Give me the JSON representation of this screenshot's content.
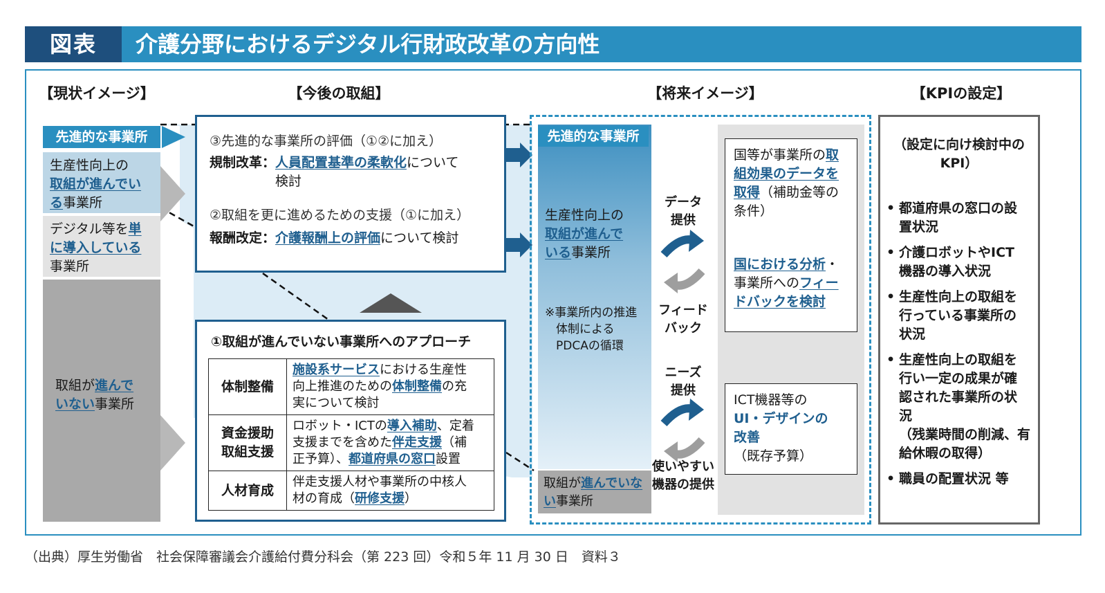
{
  "header": {
    "tag": "図表",
    "title": "介護分野におけるデジタル行財政改革の方向性"
  },
  "sections": {
    "current": "【現状イメージ】",
    "future_actions": "【今後の取組】",
    "future_image": "【将来イメージ】",
    "kpi": "【KPIの設定】"
  },
  "current": {
    "advanced": "先進的な事業所",
    "productivity": [
      "生産性向上の",
      "取組が進んでい",
      "る",
      "事業所"
    ],
    "digital": [
      "デジタル等を",
      "単",
      "に導入している",
      "事業所"
    ],
    "not_progress": [
      "取組が",
      "進んで",
      "いない",
      "事業所"
    ]
  },
  "actions": {
    "box3_title": "③先進的な事業所の評価（①②に加え）",
    "box3_label": "規制改革：",
    "box3_hl": "人員配置基準の柔軟化",
    "box3_rest1": "について",
    "box3_rest2": "検討",
    "box2_title": "②取組を更に進めるための支援（①に加え）",
    "box2_label": "報酬改定：",
    "box2_hl": "介護報酬上の評価",
    "box2_rest": "について検討",
    "box1_title": "①取組が進んでいない事業所へのアプローチ",
    "rows": [
      {
        "head": "体制整備",
        "l1a": "施設系サービス",
        "l1b": "における生産性",
        "l2a": "向上推進のための",
        "l2b": "体制整備",
        "l2c": "の充",
        "l3": "実について検討"
      },
      {
        "head1": "資金援助",
        "head2": "取組支援",
        "l1a": "ロボット・ICTの",
        "l1b": "導入補助",
        "l1c": "、定着",
        "l2a": "支援までを含めた",
        "l2b": "伴走支援",
        "l2c": "（補",
        "l3a": "正予算）、",
        "l3b": "都道府県の窓口",
        "l3c": "設置"
      },
      {
        "head": "人材育成",
        "l1": "伴走支援人材や事業所の中核人",
        "l2a": "材の育成（",
        "l2b": "研修支援",
        "l2c": "）"
      }
    ]
  },
  "future": {
    "advanced": "先進的な事業所",
    "productivity": [
      "生産性向上の",
      "取組が進んで",
      "い",
      "る",
      "事業所"
    ],
    "pdca": [
      "※事業所内の推進",
      "体制による",
      "PDCAの循環"
    ],
    "not_progress": [
      "取組が",
      "進んでいな",
      "い",
      "事業所"
    ],
    "data_label": [
      "データ",
      "提供"
    ],
    "feedback_label": [
      "フィード",
      "バック"
    ],
    "needs_label": [
      "ニーズ",
      "提供"
    ],
    "device_label": [
      "使いやすい",
      "機器の提供"
    ],
    "gov_box": {
      "l1a": "国等が事業所の",
      "l1b": "取",
      "l2": "組効果のデータを",
      "l3a": "取得",
      "l3b": "（補助金等の",
      "l4": "条件）",
      "l5a": "国における分析",
      "l5b": "・",
      "l6a": "事業所への",
      "l6b": "フィー",
      "l7": "ドバックを検討"
    },
    "ict_box": {
      "l1": "ICT機器等の",
      "l2": "UI・デザインの",
      "l3": "改善",
      "l4": "（既存予算）"
    }
  },
  "kpi": {
    "note": [
      "（設定に向け検討中の",
      "KPI）"
    ],
    "items": [
      [
        "都道府県の窓口の設",
        "置状況"
      ],
      [
        "介護ロボットやICT",
        "機器の導入状況"
      ],
      [
        "生産性向上の取組を",
        "行っている事業所の",
        "状況"
      ],
      [
        "生産性向上の取組を",
        "行い一定の成果が確",
        "認された事業所の状",
        "況",
        "（残業時間の削減、有",
        "給休暇の取得）"
      ],
      [
        "職員の配置状況 等"
      ]
    ]
  },
  "source": "（出典）厚生労働省　社会保障審議会介護給付費分科会（第 223 回）令和５年 11 月 30 日　資料３",
  "colors": {
    "header": "#2a8fc0",
    "header_tag": "#1e4f7d",
    "accent": "#1f5f8f",
    "light_blue": "#dcecf6",
    "grey": "#a9a9a9"
  }
}
